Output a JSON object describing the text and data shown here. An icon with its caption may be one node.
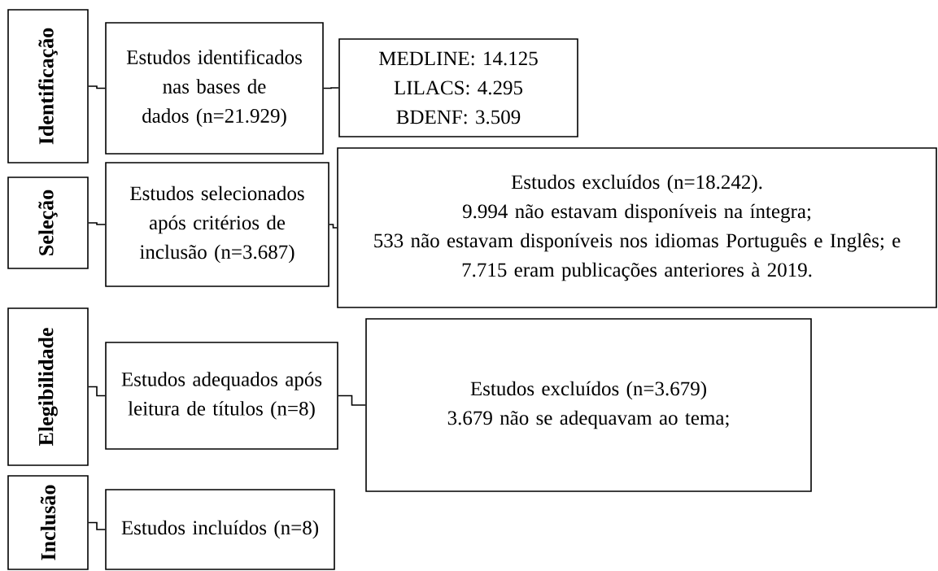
{
  "diagram": {
    "nodes": [
      {
        "text": [
          "Identificação"
        ]
      },
      {
        "text": [
          "Estudos identificados nas bases de dados (n=21.929)"
        ]
      },
      {
        "text": [
          "MEDLINE: 14.125",
          "LILACS: 4.295",
          "BDENF: 3.509"
        ]
      },
      {
        "text": [
          "Seleção"
        ]
      },
      {
        "text": [
          "Estudos selecionados após critérios de inclusão (n=3.687)"
        ]
      },
      {
        "text": [
          "Estudos excluídos (n=18.242).",
          "9.994 não estavam disponíveis na íntegra;",
          "533  não estavam disponíveis nos idiomas Português e Inglês; e",
          "7.715 eram publicações anteriores à 2019."
        ]
      },
      {
        "text": [
          "Elegibilidade"
        ]
      },
      {
        "text": [
          "Estudos adequados após leitura de títulos (n=8)"
        ]
      },
      {
        "text": [
          "Estudos excluídos (n=3.679)",
          "3.679 não se adequavam ao tema;"
        ]
      },
      {
        "text": [
          "Inclusão"
        ]
      },
      {
        "text": [
          "Estudos incluídos (n=8)"
        ]
      }
    ],
    "edges": [
      {
        "from": 0,
        "to": 1,
        "arrow": "none"
      },
      {
        "from": 1,
        "to": 2,
        "arrow": "none"
      },
      {
        "from": 3,
        "to": 4,
        "arrow": "none"
      },
      {
        "from": 4,
        "to": 5,
        "arrow": "none"
      },
      {
        "from": 6,
        "to": 7,
        "arrow": "none"
      },
      {
        "from": 7,
        "to": 8,
        "arrow": "none"
      },
      {
        "from": 9,
        "to": 10,
        "arrow": "none"
      }
    ]
  }
}
